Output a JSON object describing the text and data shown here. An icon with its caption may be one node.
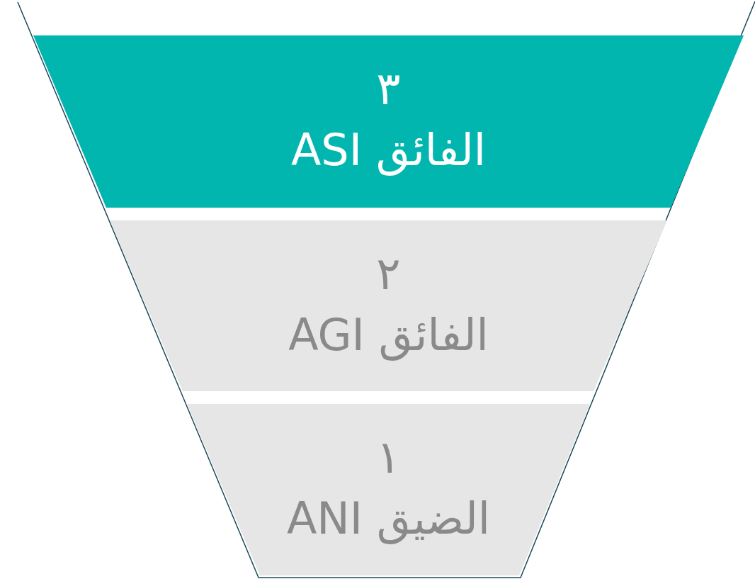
{
  "diagram": {
    "nodes": [
      {
        "text": [
          "٣",
          "الفائق ASI"
        ]
      },
      {
        "text": [
          "٢",
          "الفائق AGI"
        ]
      },
      {
        "text": [
          "١",
          "الضيق ANI"
        ]
      }
    ]
  }
}
